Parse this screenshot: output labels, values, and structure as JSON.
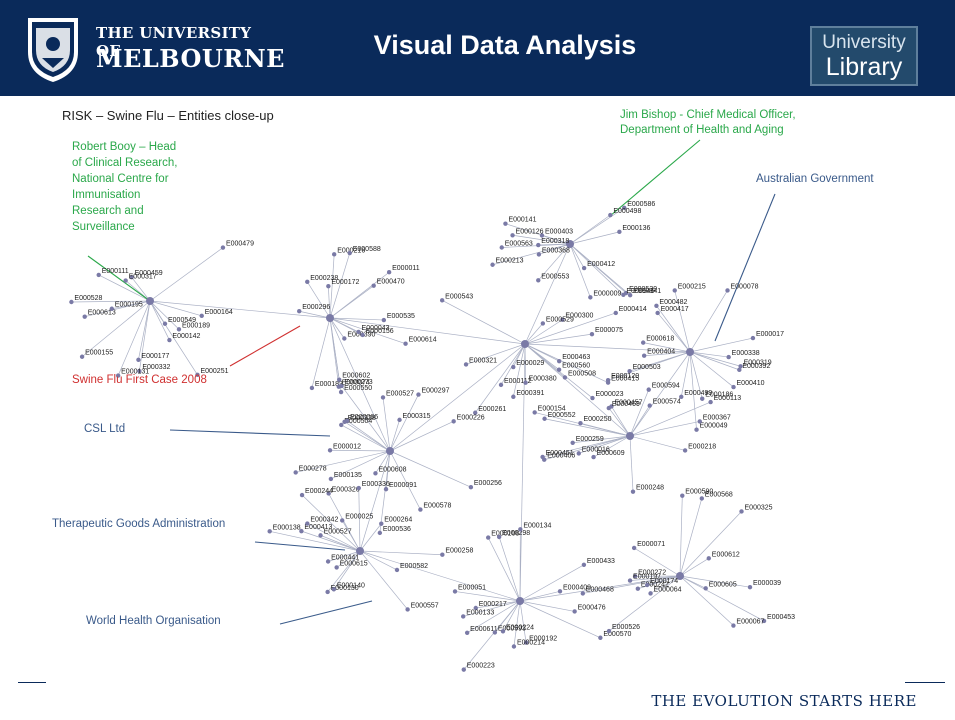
{
  "header": {
    "university_line1": "THE UNIVERSITY OF",
    "university_line2": "MELBOURNE",
    "title": "Visual Data Analysis",
    "library_line1": "University",
    "library_line2": "Library",
    "colors": {
      "background": "#0a2a5a",
      "library_box": "#234a6c",
      "text": "#ffffff"
    }
  },
  "slide": {
    "subtitle": "RISK – Swine Flu – Entities close-up"
  },
  "annotations": {
    "jim_bishop_1": "Jim Bishop -  Chief Medical Officer,",
    "jim_bishop_2": "Department of Health and Aging",
    "booy_1": "Robert Booy – Head",
    "booy_2": "of Clinical Research,",
    "booy_3": "National Centre for",
    "booy_4": "Immunisation",
    "booy_5": "Research and",
    "booy_6": "Surveillance",
    "australian_government": "Australian Government",
    "swine_flu_first_case": "Swine Flu First Case 2008",
    "csl": "CSL Ltd",
    "tga": "Therapeutic Goods Administration",
    "who": "World Health Organisation",
    "colors": {
      "green": "#2aa84a",
      "red": "#d03030",
      "blue": "#3a5a8a"
    }
  },
  "graph": {
    "node_color": "#7a7aa6",
    "edge_color": "#aab0c4",
    "node_labels": [
      "E000563",
      "E000560",
      "E000503",
      "E000570",
      "E000504",
      "E000183",
      "E000459",
      "E000272",
      "E000457",
      "E000413",
      "E000412",
      "E000414",
      "E000410",
      "E000409",
      "E000135",
      "E000238",
      "E000251",
      "E000242",
      "E000250",
      "E000557",
      "E000553",
      "E000415",
      "E000049",
      "E000217",
      "E000328",
      "E000216",
      "E000189",
      "E000174",
      "E000218",
      "E000326",
      "E000136",
      "E000321",
      "E000120",
      "E000133",
      "E000091",
      "E000172",
      "E000332",
      "E000325",
      "E000113",
      "E000336",
      "E000403",
      "E000112",
      "E000186",
      "E000108",
      "E000536",
      "E000535",
      "E000111",
      "E000453",
      "E000451",
      "E000342",
      "E000341",
      "E000300",
      "E000338",
      "E000298",
      "E000273",
      "E000550",
      "E000549",
      "E000605",
      "E000552",
      "E000264",
      "E000318",
      "E000391",
      "E000392",
      "E000192",
      "E000315",
      "E000390",
      "E000317",
      "E000064",
      "E000259",
      "E000258",
      "E000213",
      "E000261",
      "E000215",
      "E000214",
      "E000256",
      "E000043",
      "E000142",
      "E000039",
      "E000016",
      "E000138",
      "E000126",
      "E000023",
      "E000482",
      "E000433",
      "E000278",
      "E000470",
      "E000528",
      "E000568",
      "E000154",
      "E000244",
      "E000368",
      "E000075",
      "E000417",
      "E000134",
      "E000012",
      "E000011",
      "E000164",
      "E000468",
      "E000469",
      "E000025",
      "E000009",
      "E000029",
      "E000017",
      "E000476",
      "E000578",
      "E000074",
      "E000131",
      "E000071",
      "E000574",
      "E000130",
      "E000586",
      "E000463",
      "E000404",
      "E000611",
      "E000608",
      "E000614",
      "E000613",
      "E000612",
      "E000609",
      "E000615",
      "E000539",
      "E000529",
      "E000618",
      "E000593",
      "E000527",
      "E000602",
      "E000479",
      "E000526",
      "E000594",
      "E000582",
      "E000546",
      "E000543",
      "E000499",
      "E000224",
      "E000226",
      "E000588",
      "E000177",
      "E000067",
      "E000367",
      "E000140",
      "E000141",
      "E000508",
      "E000078",
      "E000051",
      "E000066",
      "E000156",
      "E000155",
      "E000590",
      "E000406",
      "E000441",
      "E000498",
      "E000380",
      "E000319",
      "E000223",
      "E000297",
      "E000296",
      "E000195",
      "E000197",
      "E000248",
      "E000527"
    ]
  }
}
